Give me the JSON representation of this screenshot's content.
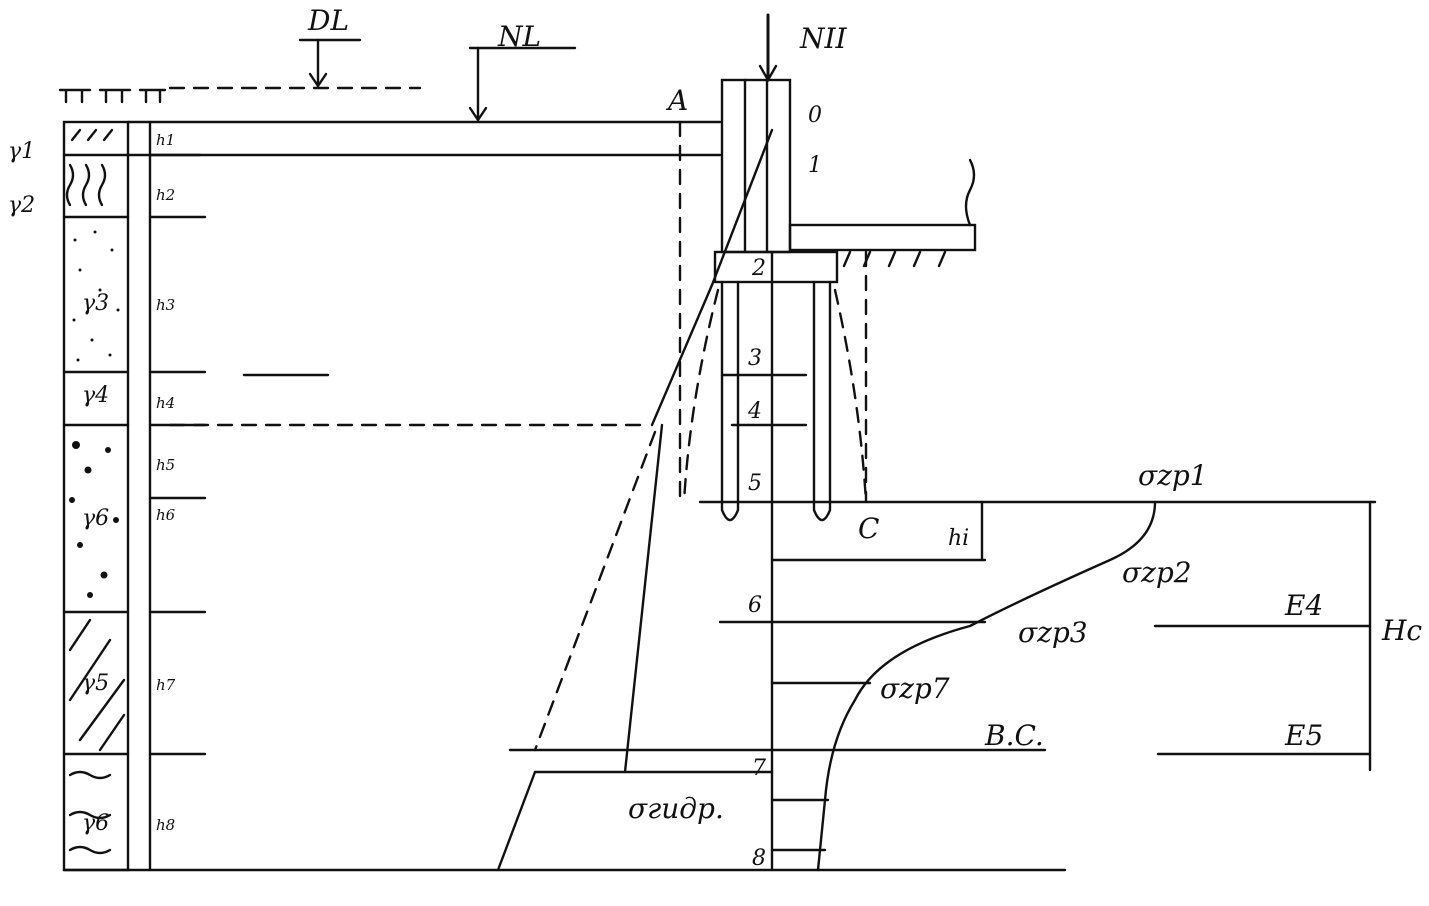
{
  "levels": {
    "dl": "DL",
    "nl": "NL",
    "load": "NII"
  },
  "marks": {
    "a": "A",
    "c": "C",
    "bc": "B.C."
  },
  "gammas": {
    "g1": "γ1",
    "g2": "γ2",
    "g3": "γ3",
    "g4": "γ4",
    "g5": "γ5",
    "g6a": "γ6",
    "g6b": "γ6"
  },
  "thickness": [
    "h1",
    "h2",
    "h3",
    "h4",
    "h5",
    "h6",
    "h7",
    "h8"
  ],
  "points": [
    "0",
    "1",
    "2",
    "3",
    "4",
    "5",
    "6",
    "7",
    "8"
  ],
  "stress": {
    "s1": "σzp1",
    "s2": "σzp2",
    "s3": "σzp3",
    "s7": "σzp7",
    "hydro": "σгидр.",
    "hi": "hi"
  },
  "modulus": {
    "e4": "E4",
    "e5": "E5",
    "hc": "Hc"
  }
}
